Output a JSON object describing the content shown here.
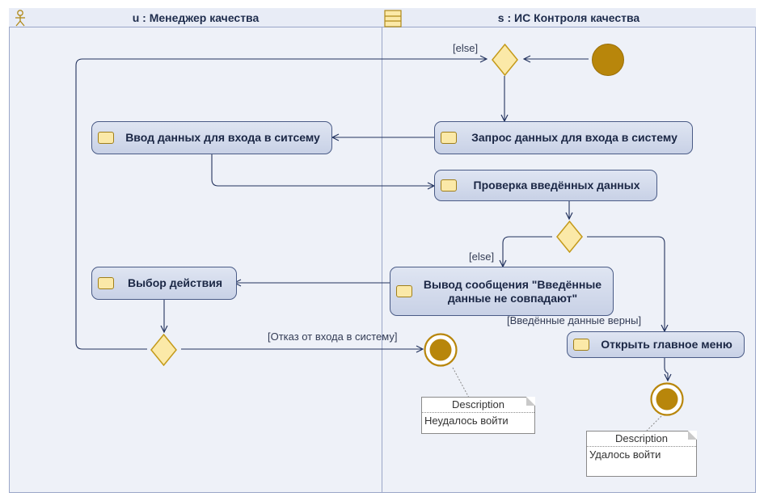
{
  "lanes": [
    {
      "title": "u : Менеджер качества",
      "icon": "actor-icon"
    },
    {
      "title": "s : ИС Контроля качества",
      "icon": "system-class-icon"
    }
  ],
  "actions": {
    "enter_login": "Ввод данных для входа в ситсему",
    "request_login": "Запрос данных для входа в систему",
    "check_data": "Проверка введённых данных",
    "show_mismatch": "Вывод сообщения \"Введённые данные не совпадают\"",
    "choose_action": "Выбор действия",
    "open_menu": "Открыть главное меню"
  },
  "guards": {
    "else_top": "[else]",
    "else_mid": "[else]",
    "correct": "[Введённые данные верны]",
    "refuse": "[Отказ от входа в систему]"
  },
  "notes": [
    {
      "title": "Description",
      "body": "Неудалось войти"
    },
    {
      "title": "Description",
      "body": "Удалось войти"
    }
  ],
  "colors": {
    "lane_bg": "#eef1f8",
    "lane_border": "#9aa6c8",
    "action_border": "#4a5b86",
    "edge": "#23335e",
    "node_fill": "#b8860b",
    "decision_fill": "#fbe9a8",
    "decision_border": "#c49a1a"
  }
}
